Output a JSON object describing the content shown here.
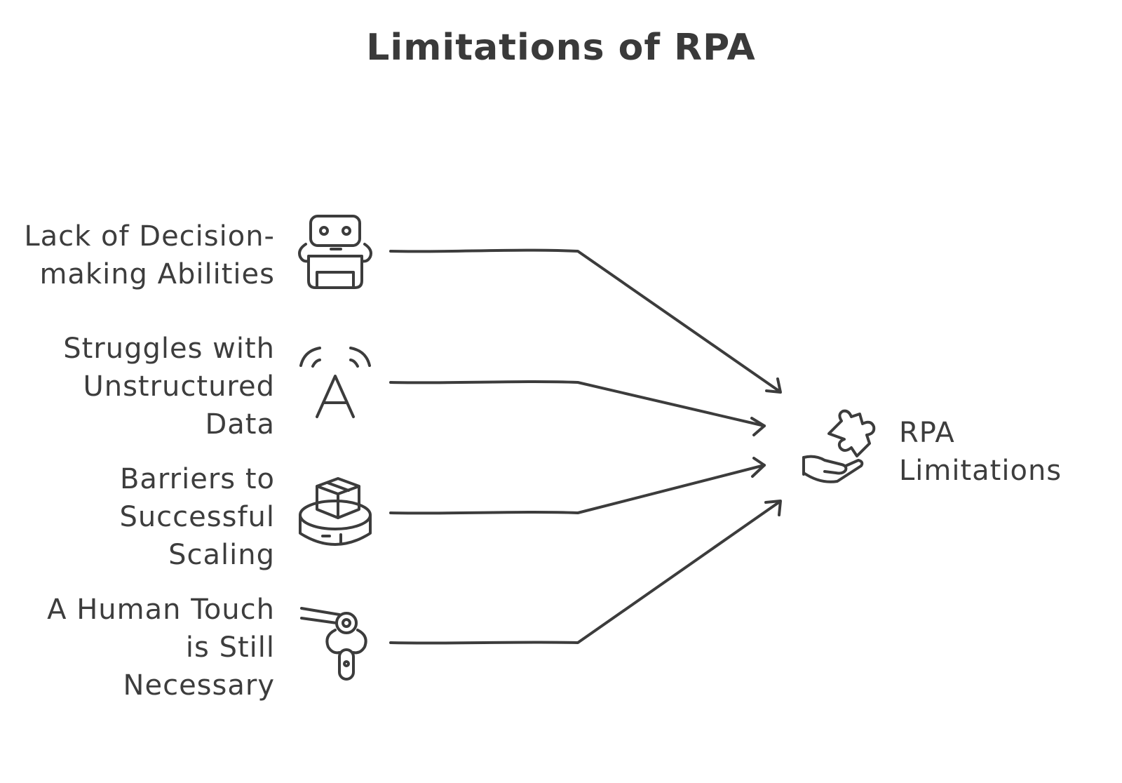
{
  "title": "Limitations of RPA",
  "target": {
    "lines": [
      "RPA",
      "Limitations"
    ],
    "icon": "hand-puzzle-icon"
  },
  "sources": [
    {
      "lines": [
        "Lack of Decision-",
        "making Abilities"
      ],
      "icon": "robot-icon"
    },
    {
      "lines": [
        "Struggles with",
        "Unstructured",
        "Data"
      ],
      "icon": "letter-a-signal-icon"
    },
    {
      "lines": [
        "Barriers to",
        "Successful",
        "Scaling"
      ],
      "icon": "box-on-platform-icon"
    },
    {
      "lines": [
        "A Human Touch",
        "is Still",
        "Necessary"
      ],
      "icon": "robotic-arm-icon"
    }
  ]
}
